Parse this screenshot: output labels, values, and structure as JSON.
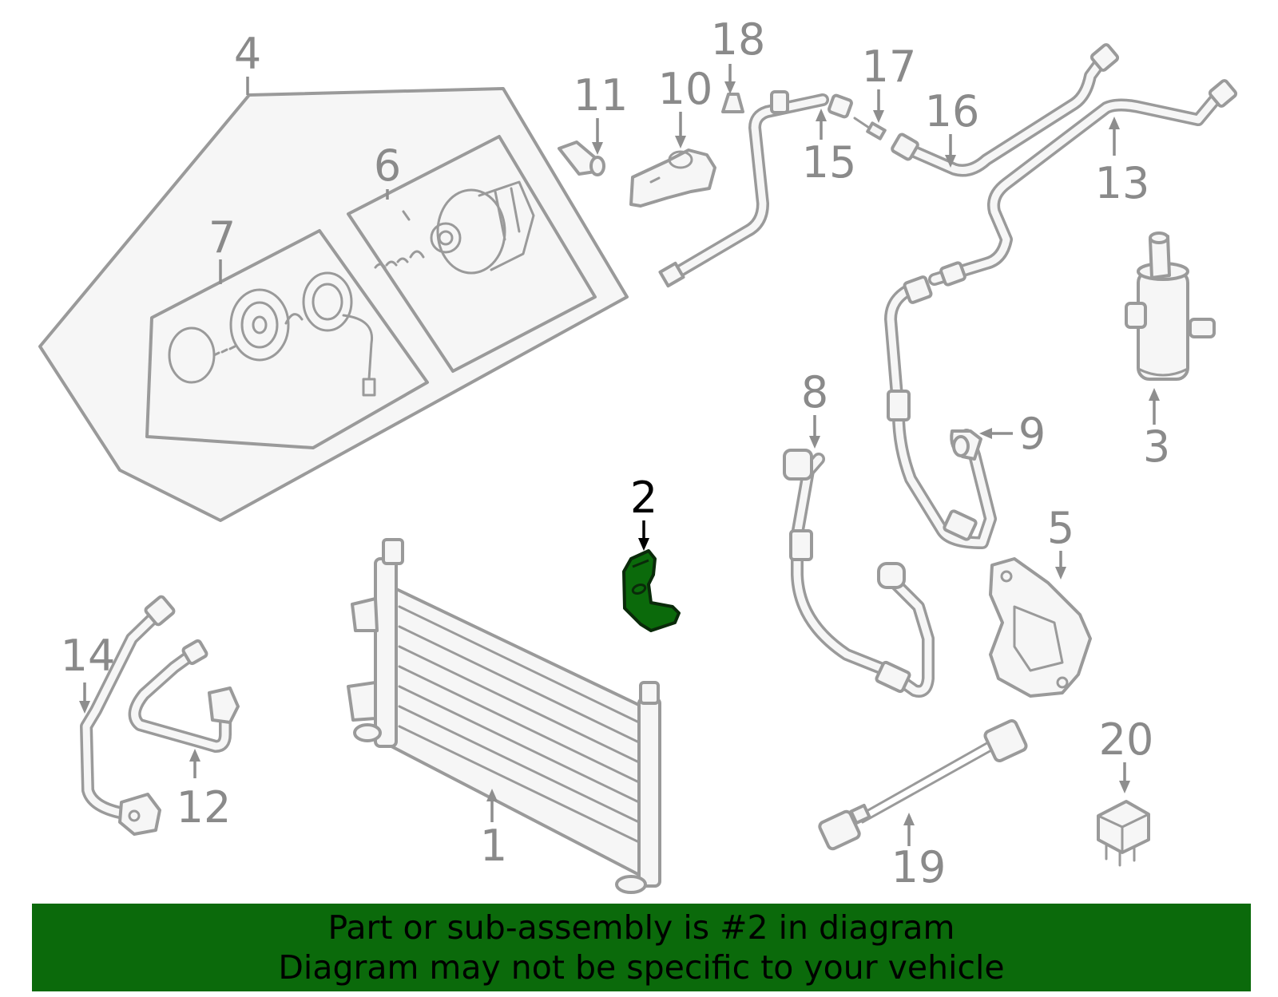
{
  "callouts": {
    "n1": "1",
    "n2": "2",
    "n3": "3",
    "n4": "4",
    "n5": "5",
    "n6": "6",
    "n7": "7",
    "n8": "8",
    "n9": "9",
    "n10": "10",
    "n11": "11",
    "n12": "12",
    "n13": "13",
    "n14": "14",
    "n15": "15",
    "n16": "16",
    "n17": "17",
    "n18": "18",
    "n19": "19",
    "n20": "20"
  },
  "highlight": {
    "part": "2",
    "color": "#0b6a0b"
  },
  "banner": {
    "line1": "Part or sub-assembly is #2 in diagram",
    "line2": "Diagram may not be specific to your vehicle",
    "background": "#0b6a0b"
  }
}
